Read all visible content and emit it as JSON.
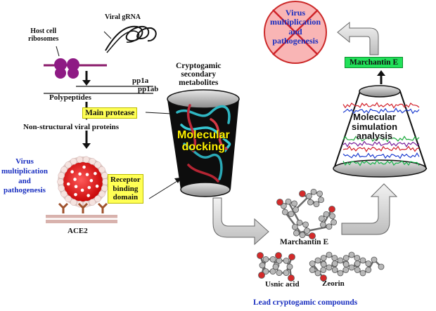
{
  "host_cell_ribosomes": "Host cell\nribosomes",
  "viral_grna": "Viral gRNA",
  "pp1a": "pp1a",
  "pp1ab": "pp1ab",
  "polypeptides": "Polypeptides",
  "main_protease": "Main protease",
  "non_structural": "Non-structural viral proteins",
  "virus_mult_left": "Virus\nmultiplication\nand\npathogenesis",
  "receptor_binding": "Receptor\nbinding\ndomain",
  "ace2": "ACE2",
  "cryptogamic_title": "Cryptogamic\nsecondary\nmetabolites",
  "molecular_docking": "Molecular\ndocking",
  "virus_mult_top": "Virus\nmultiplication\nand\npathogenesis",
  "marchantin_e_top": "Marchantin E",
  "molecular_simulation": "Molecular\nsimulation\nanalysis",
  "marchantin_e": "Marchantin E",
  "usnic_acid": "Usnic acid",
  "zeorin": "Zeorin",
  "lead_compounds": "Lead cryptogamic compounds"
}
